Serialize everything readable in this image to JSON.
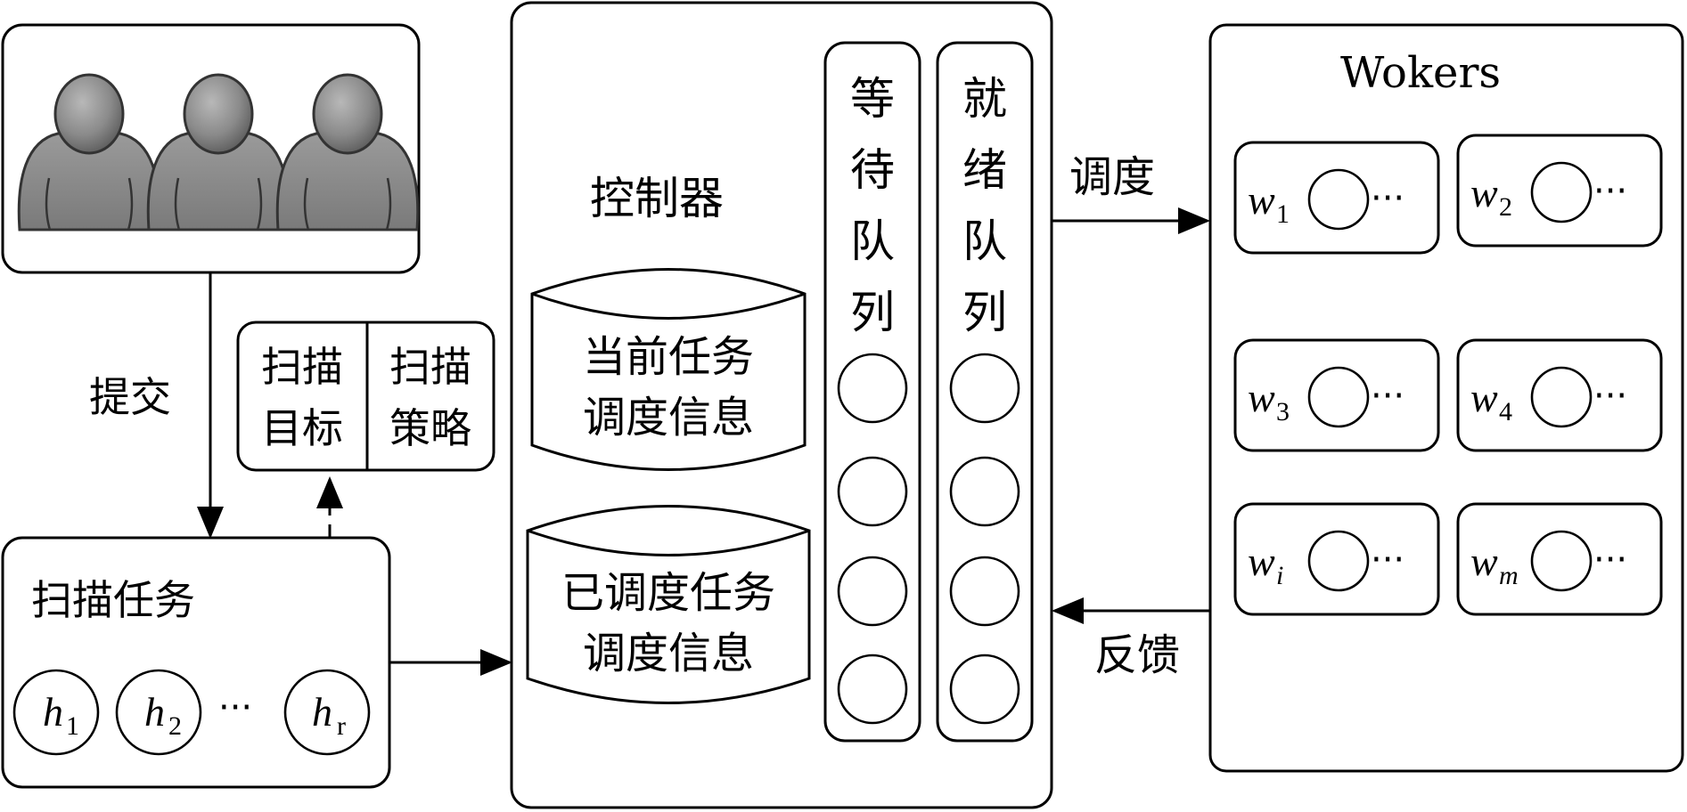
{
  "users": {
    "count": 3,
    "icon": "user-icon"
  },
  "submit_label": "提交",
  "scan": {
    "target_label": [
      "扫描",
      "目标"
    ],
    "strategy_label": [
      "扫描",
      "策略"
    ]
  },
  "scan_task": {
    "title": "扫描任务",
    "hosts": [
      {
        "var": "h",
        "sub": "1"
      },
      {
        "var": "h",
        "sub": "2"
      },
      {
        "var": "h",
        "sub": "r"
      }
    ],
    "ellipsis": "···"
  },
  "controller": {
    "title": "控制器",
    "db_current": [
      "当前任务",
      "调度信息"
    ],
    "db_scheduled": [
      "已调度任务",
      "调度信息"
    ],
    "wait_queue": [
      "等",
      "待",
      "队",
      "列"
    ],
    "ready_queue": [
      "就",
      "绪",
      "队",
      "列"
    ]
  },
  "schedule_label": "调度",
  "feedback_label": "反馈",
  "workers": {
    "title": "Wokers",
    "items": [
      {
        "var": "w",
        "sub": "1"
      },
      {
        "var": "w",
        "sub": "2"
      },
      {
        "var": "w",
        "sub": "3"
      },
      {
        "var": "w",
        "sub": "4"
      },
      {
        "var": "w",
        "sub": "i"
      },
      {
        "var": "w",
        "sub": "m"
      }
    ],
    "ellipsis": "···"
  }
}
